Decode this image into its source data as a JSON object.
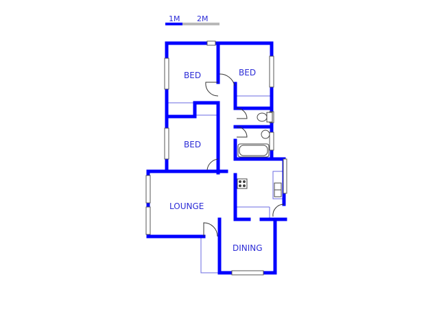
{
  "scale": {
    "label_1": "1M",
    "label_2": "2M"
  },
  "rooms": [
    {
      "id": "bed1",
      "label": "BED"
    },
    {
      "id": "bed2",
      "label": "BED"
    },
    {
      "id": "bed3",
      "label": "BED"
    },
    {
      "id": "lounge",
      "label": "LOUNGE"
    },
    {
      "id": "dining",
      "label": "DINING"
    }
  ],
  "colors": {
    "wall": "#0000ff",
    "line": "#6a6ae0",
    "label": "#2b2bd6",
    "scale_bar_grey": "#b8b8b8"
  }
}
